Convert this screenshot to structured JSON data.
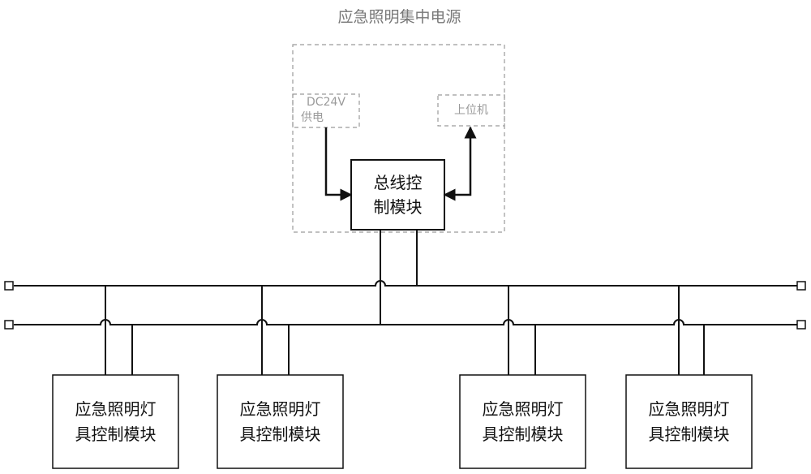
{
  "title": "应急照明集中电源",
  "power": {
    "line1": "DC24V",
    "line2": "供电"
  },
  "host": {
    "label": "上位机"
  },
  "bus_controller": {
    "line1": "总线控",
    "line2": "制模块"
  },
  "modules": [
    {
      "line1": "应急照明灯",
      "line2": "具控制模块"
    },
    {
      "line1": "应急照明灯",
      "line2": "具控制模块"
    },
    {
      "line1": "应急照明灯",
      "line2": "具控制模块"
    },
    {
      "line1": "应急照明灯",
      "line2": "具控制模块"
    }
  ],
  "colors": {
    "line": "#111111",
    "dashed": "#9a9a9a",
    "title": "#777777"
  }
}
